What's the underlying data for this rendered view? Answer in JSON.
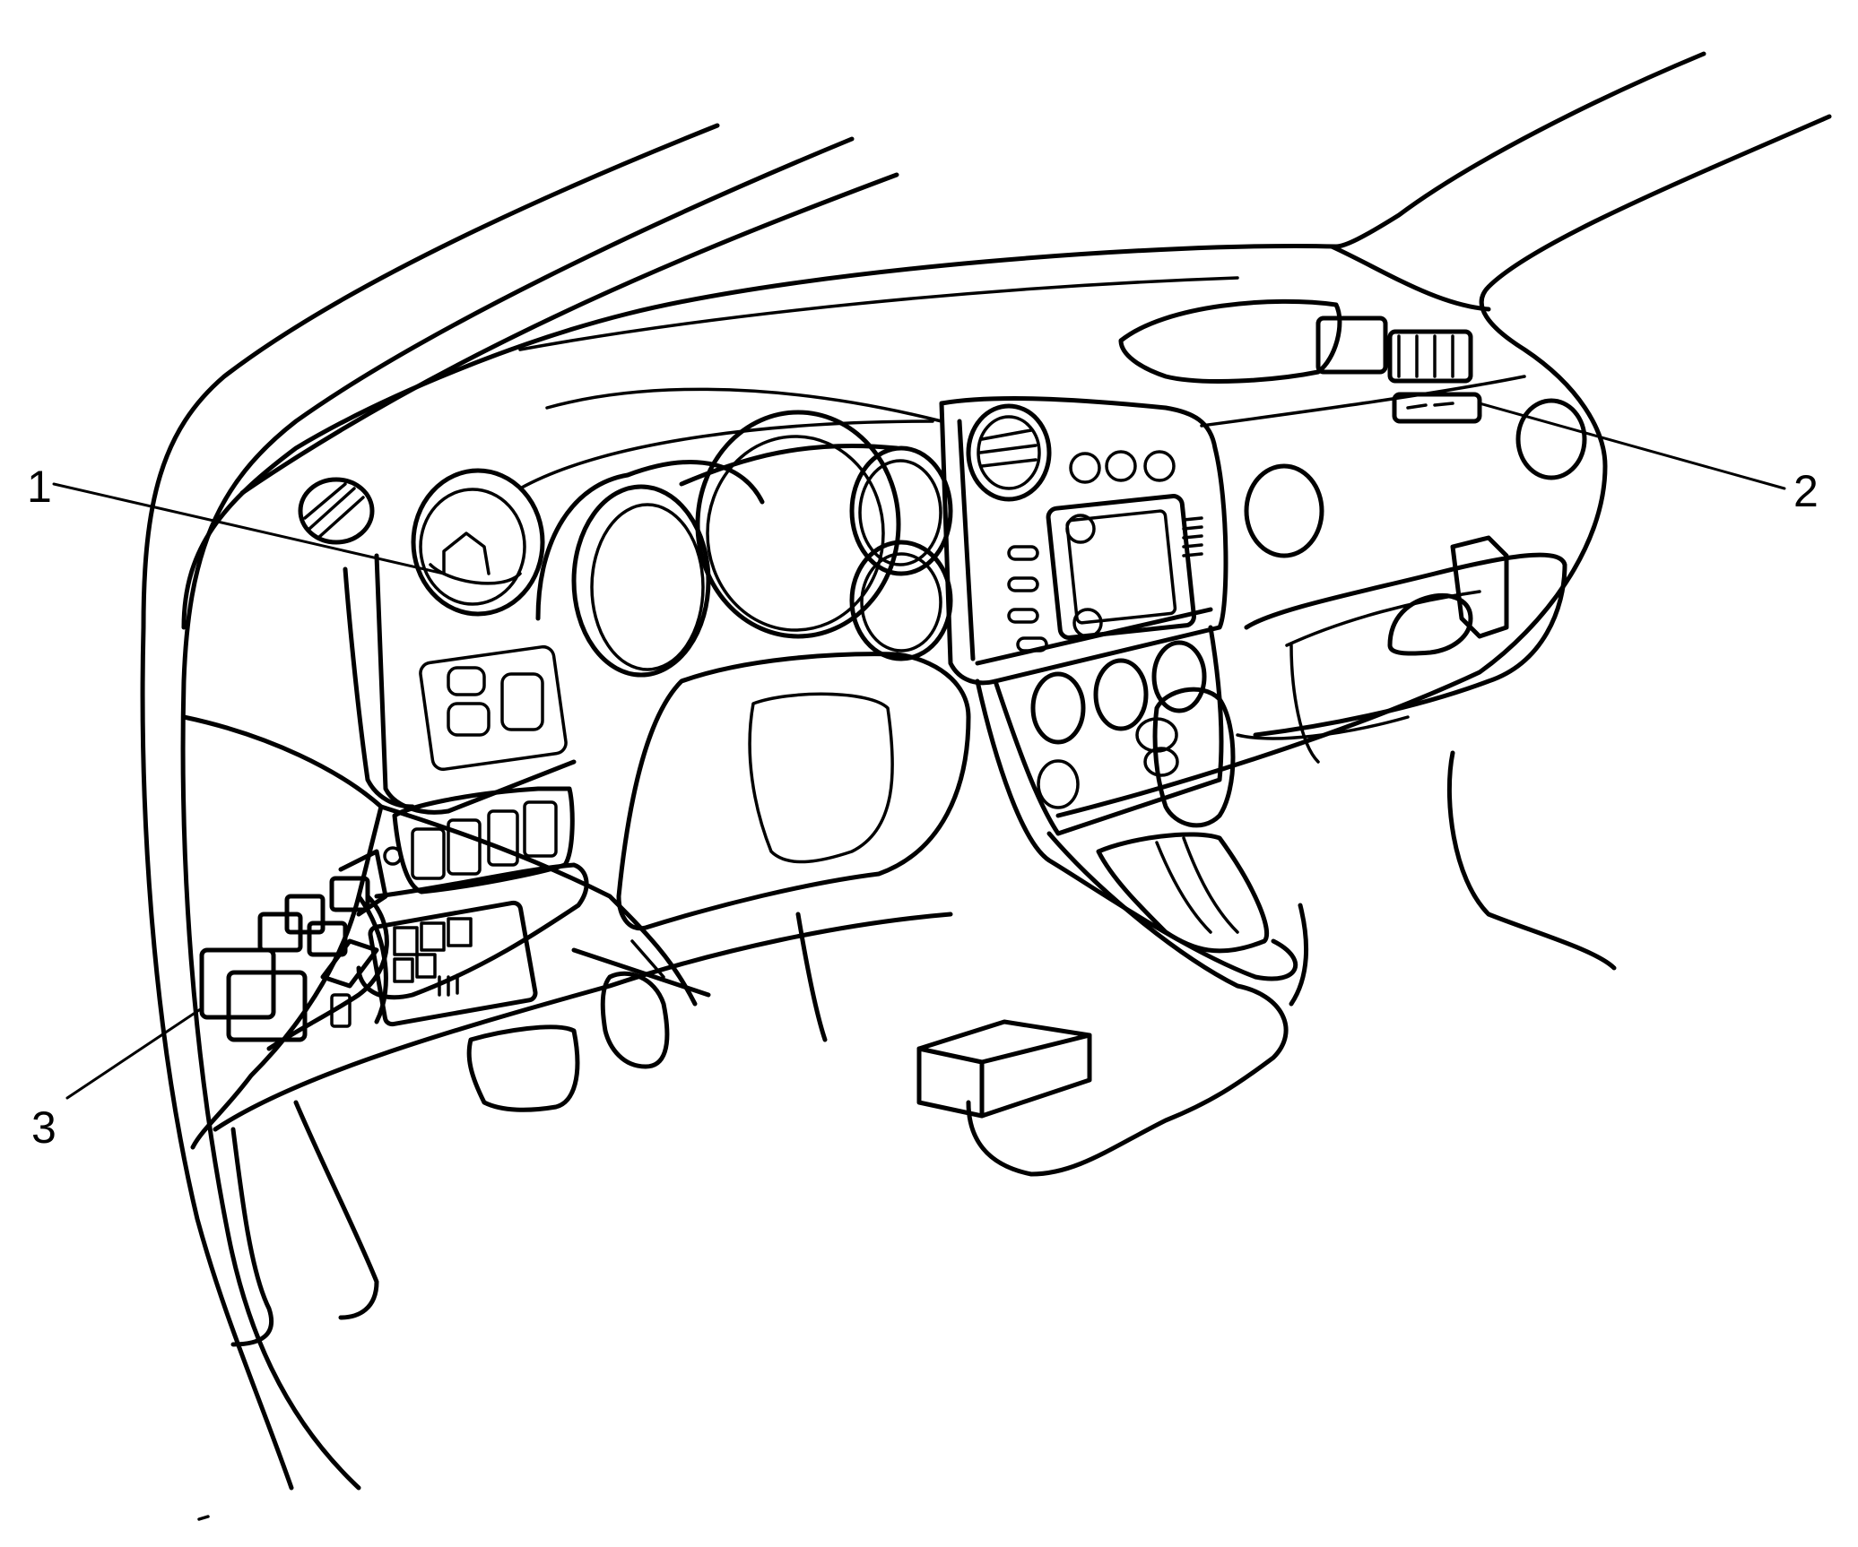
{
  "callouts": [
    {
      "id": "1",
      "label": "1"
    },
    {
      "id": "2",
      "label": "2"
    },
    {
      "id": "3",
      "label": "3"
    }
  ],
  "colors": {
    "background": "#ffffff",
    "line": "#000000"
  }
}
